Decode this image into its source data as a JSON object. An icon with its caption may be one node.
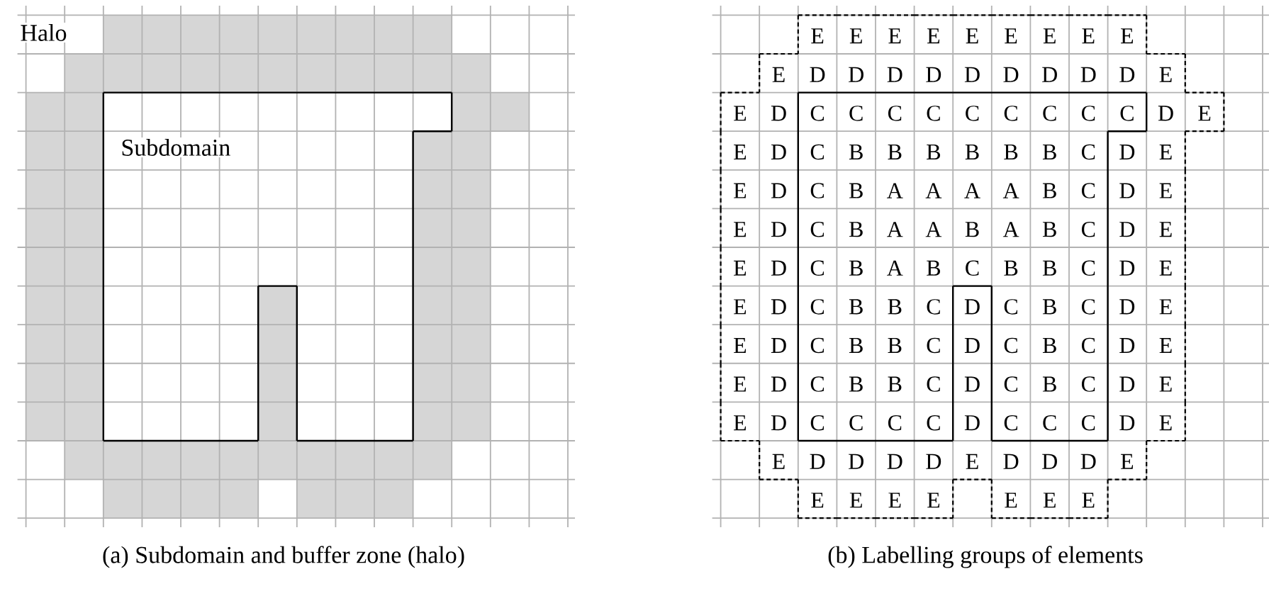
{
  "diagram": {
    "labels": [
      "Halo",
      "Subdomain",
      "E",
      "E",
      "E",
      "E",
      "E",
      "E",
      "E",
      "E",
      "E",
      "E",
      "D",
      "D",
      "D",
      "D",
      "D",
      "D",
      "D",
      "D",
      "D",
      "E",
      "E",
      "D",
      "C",
      "C",
      "C",
      "C",
      "C",
      "C",
      "C",
      "C",
      "C",
      "D",
      "E",
      "E",
      "D",
      "C",
      "B",
      "B",
      "B",
      "B",
      "B",
      "B",
      "C",
      "D",
      "E",
      "E",
      "D",
      "C",
      "B",
      "A",
      "A",
      "A",
      "A",
      "B",
      "C",
      "D",
      "E",
      "E",
      "D",
      "C",
      "B",
      "A",
      "A",
      "B",
      "A",
      "B",
      "C",
      "D",
      "E",
      "E",
      "D",
      "C",
      "B",
      "A",
      "B",
      "C",
      "B",
      "B",
      "C",
      "D",
      "E",
      "E",
      "D",
      "C",
      "B",
      "B",
      "C",
      "D",
      "C",
      "B",
      "C",
      "D",
      "E",
      "E",
      "D",
      "C",
      "B",
      "B",
      "C",
      "D",
      "C",
      "B",
      "C",
      "D",
      "E",
      "E",
      "D",
      "C",
      "B",
      "B",
      "C",
      "D",
      "C",
      "B",
      "C",
      "D",
      "E",
      "E",
      "D",
      "C",
      "C",
      "C",
      "C",
      "D",
      "C",
      "C",
      "C",
      "D",
      "E",
      "E",
      "D",
      "D",
      "D",
      "D",
      "E",
      "D",
      "D",
      "D",
      "E",
      "E",
      "E",
      "E",
      "E",
      "E",
      "E",
      "E",
      "(a) Subdomain and buffer zone (halo)",
      "(b) Labelling groups of elements"
    ]
  }
}
